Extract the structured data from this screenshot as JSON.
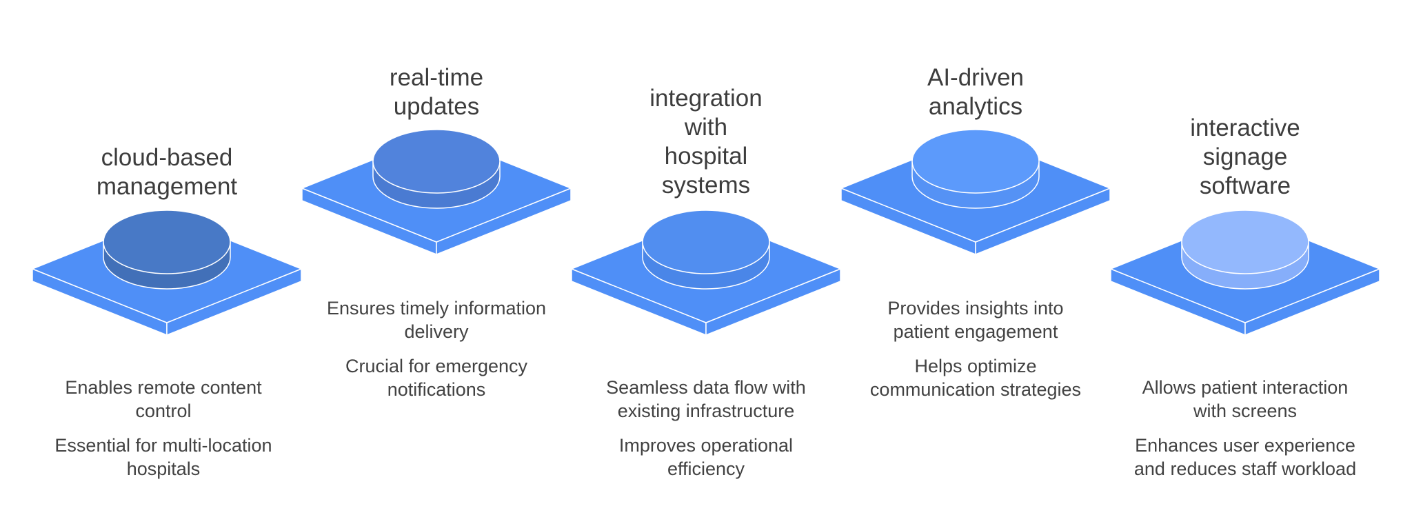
{
  "items": [
    {
      "title_lines": [
        "cloud-based",
        "management"
      ],
      "desc": [
        "Enables remote content control",
        "Essential for multi-location hospitals"
      ],
      "disk_color": "#4879c6",
      "disk_side_color": "#4270b8"
    },
    {
      "title_lines": [
        "real-time",
        "updates"
      ],
      "desc": [
        "Ensures timely information delivery",
        "Crucial for emergency notifications"
      ],
      "disk_color": "#5183dc",
      "disk_side_color": "#4a7bd2"
    },
    {
      "title_lines": [
        "integration",
        "with",
        "hospital",
        "systems"
      ],
      "desc": [
        "Seamless data flow with existing infrastructure",
        "Improves operational efficiency"
      ],
      "disk_color": "#518ef0",
      "disk_side_color": "#4a86e8"
    },
    {
      "title_lines": [
        "AI-driven",
        "analytics"
      ],
      "desc": [
        "Provides insights into patient engagement",
        "Helps optimize communication strategies"
      ],
      "disk_color": "#5c9afb",
      "disk_side_color": "#5592f5"
    },
    {
      "title_lines": [
        "interactive",
        "signage",
        "software"
      ],
      "desc": [
        "Allows patient interaction with screens",
        "Enhances user experience and reduces staff workload"
      ],
      "disk_color": "#93b8fd",
      "disk_side_color": "#86aefa"
    }
  ],
  "colors": {
    "platform_top": "#4f8ff7",
    "platform_side_left": "#4f8ff7",
    "platform_side_right": "#4f8ff7",
    "edge": "#ffffff"
  }
}
